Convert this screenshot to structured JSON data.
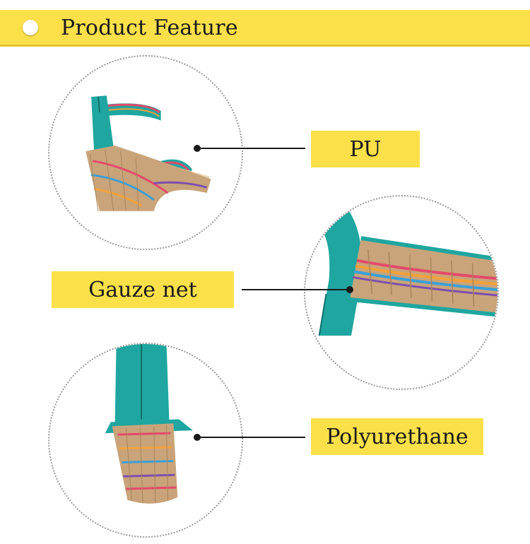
{
  "header": {
    "title": "Product Feature",
    "bullet_icon": "circle-bullet-icon",
    "colors": {
      "band": "#fbe04a",
      "band_edge": "#e6c22a"
    }
  },
  "features": [
    {
      "label": "PU",
      "image": "sandal-side-view"
    },
    {
      "label": "Gauze net",
      "image": "ankle-strap-closeup"
    },
    {
      "label": "Polyurethane",
      "image": "wedge-heel-rear-view"
    }
  ],
  "colors": {
    "label_bg": "#fbe04a",
    "leather": "#1fa6a0",
    "jute": "#c9a47a",
    "braid": [
      "#e5496b",
      "#f2a13a",
      "#3aa0d8",
      "#7c4fb0",
      "#f5d24a"
    ]
  }
}
